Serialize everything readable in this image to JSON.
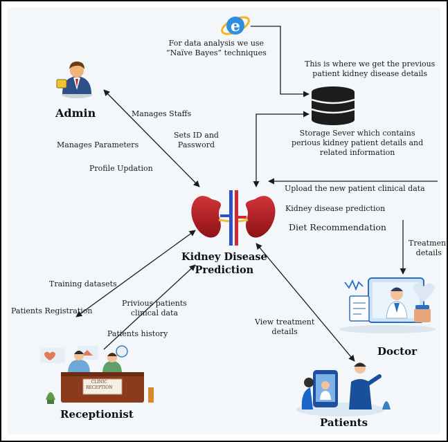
{
  "nodes": {
    "center": "Kidney Disease\nPrediction",
    "admin": "Admin",
    "doctor": "Doctor",
    "patients": "Patients",
    "receptionist": "Receptionist"
  },
  "notes": {
    "naive_bayes": "For data analysis we use\n“Naïve Bayes” techniques",
    "previous_details": "This is where we get the previous\npatient kidney disease details",
    "storage": "Storage Sever which contains\nperious kidney patient details and\nrelated information"
  },
  "admin_links": {
    "manages_staffs": "Manages Staffs",
    "sets_id": "Sets ID and\nPassword",
    "manages_parameters": "Manages Parameters",
    "profile_updation": "Profile Updation"
  },
  "doctor_links": {
    "upload": "Upload the new patient clinical data",
    "prediction": "Kidney disease prediction",
    "diet": "Diet Recommendation",
    "treatment": "Treatment\ndetails"
  },
  "receptionist_links": {
    "training": "Training datasets",
    "registration": "Patients Registration",
    "previous_data": "Privious patients\nclinical data",
    "history": "Patients history"
  },
  "patient_links": {
    "view_treatment": "View treatment\ndetails"
  },
  "reception_sign": "CLINIC\nRECEPTION"
}
